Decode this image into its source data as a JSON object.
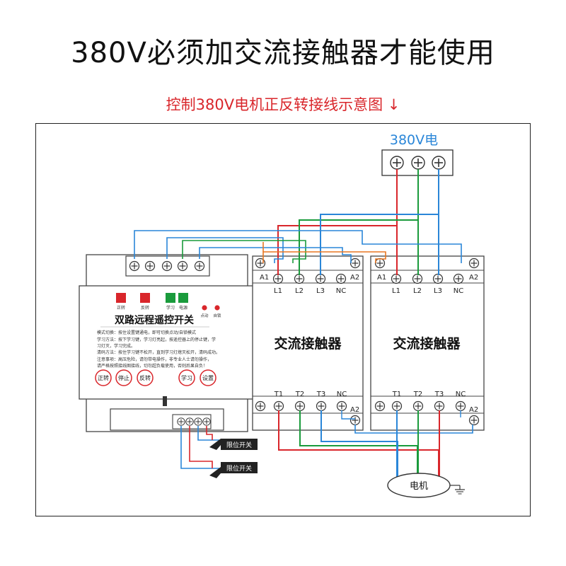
{
  "header": {
    "title": "380V必须加交流接触器才能使用",
    "subtitle": "控制380V电机正反转接线示意图",
    "subtitle_arrow": "↓"
  },
  "power_source": {
    "label": "380V电"
  },
  "controller": {
    "title": "双路远程遥控开关",
    "buttons": [
      "正转",
      "停止",
      "反转",
      "学习",
      "设置"
    ],
    "indicator_labels": [
      "正转",
      "反转",
      "学习",
      "电源"
    ],
    "led_labels": [
      "点动",
      "自锁"
    ],
    "notes": [
      "模式切换：按住设置键通电，即可切换点动/自锁模式",
      "学习方法：按下学习键，学习灯亮起，按遥控器上的停止键，学",
      "习灯灭，学习完成。",
      "清码方法：按住学习键不松开，直到学习灯熄灭松开，清码成功。",
      "注意事项：高压危险，请勿带电操作，非专业人士请勿操作，",
      "请严格按照接线图接线，切勿超负载使用，否则后果自负！"
    ]
  },
  "contactors": [
    {
      "name": "交流接触器",
      "top_labels": [
        "A1",
        "L1",
        "L2",
        "L3",
        "NC",
        "A2"
      ],
      "bottom_labels": [
        "T1",
        "T2",
        "T3",
        "NC",
        "A2"
      ]
    },
    {
      "name": "交流接触器",
      "top_labels": [
        "A1",
        "L1",
        "L2",
        "L3",
        "NC",
        "A2"
      ],
      "bottom_labels": [
        "T1",
        "T2",
        "T3",
        "NC",
        "A2"
      ]
    }
  ],
  "limit_switches": [
    "限位开关",
    "限位开关"
  ],
  "motor": {
    "label": "电机"
  },
  "colors": {
    "red": "#d9262b",
    "green": "#1a9b3c",
    "blue": "#2a86d8",
    "orange": "#e87722",
    "title_blue": "#2a86d8"
  }
}
